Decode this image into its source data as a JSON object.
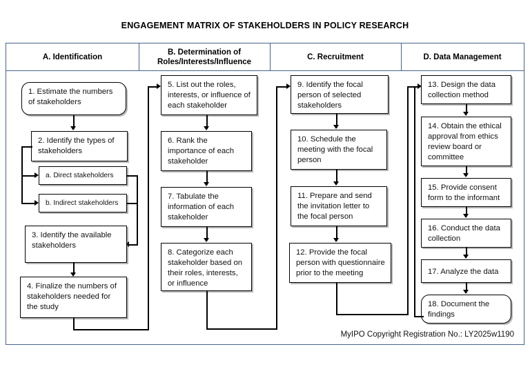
{
  "title": "ENGAGEMENT MATRIX OF STAKEHOLDERS IN POLICY RESEARCH",
  "columns": [
    {
      "id": "A",
      "label": "A. Identification"
    },
    {
      "id": "B",
      "label": "B. Determination of\nRoles/Interests/Influence"
    },
    {
      "id": "C",
      "label": "C. Recruitment"
    },
    {
      "id": "D",
      "label": "D. Data Management"
    }
  ],
  "column_headers_plain": {
    "a": "A. Identification",
    "b_line1": "B. Determination of",
    "b_line2": "Roles/Interests/Influence",
    "c": "C. Recruitment",
    "d": "D. Data Management"
  },
  "steps": {
    "s1": "1. Estimate the numbers of stakeholders",
    "s2": "2. Identify the types of stakeholders",
    "s2a": "a. Direct stakeholders",
    "s2b": "b. Indirect stakeholders",
    "s3": "3. Identify the available stakeholders",
    "s4": "4. Finalize the numbers of stakeholders needed for the study",
    "s5": "5. List out the roles, interests, or influence of each stakeholder",
    "s6": "6. Rank the importance of each stakeholder",
    "s7": "7. Tabulate the information of each stakeholder",
    "s8": "8. Categorize each stakeholder based on their roles, interests, or influence",
    "s9": "9. Identify the focal person of selected stakeholders",
    "s10": "10. Schedule the meeting with the focal person",
    "s11": "11. Prepare and send the invitation letter to the focal person",
    "s12": "12. Provide the focal person with questionnaire prior to the meeting",
    "s13": "13. Design the data collection method",
    "s14": "14. Obtain the ethical approval from ethics review board or committee",
    "s15": "15. Provide consent form to the informant",
    "s16": "16. Conduct the data collection",
    "s17": "17. Analyze the data",
    "s18": "18. Document the findings"
  },
  "footer": "MyIPO Copyright Registration No.: LY2025w1190",
  "colors": {
    "frame_border": "#46628b",
    "box_border": "#000000",
    "text": "#111111",
    "background": "#ffffff"
  }
}
